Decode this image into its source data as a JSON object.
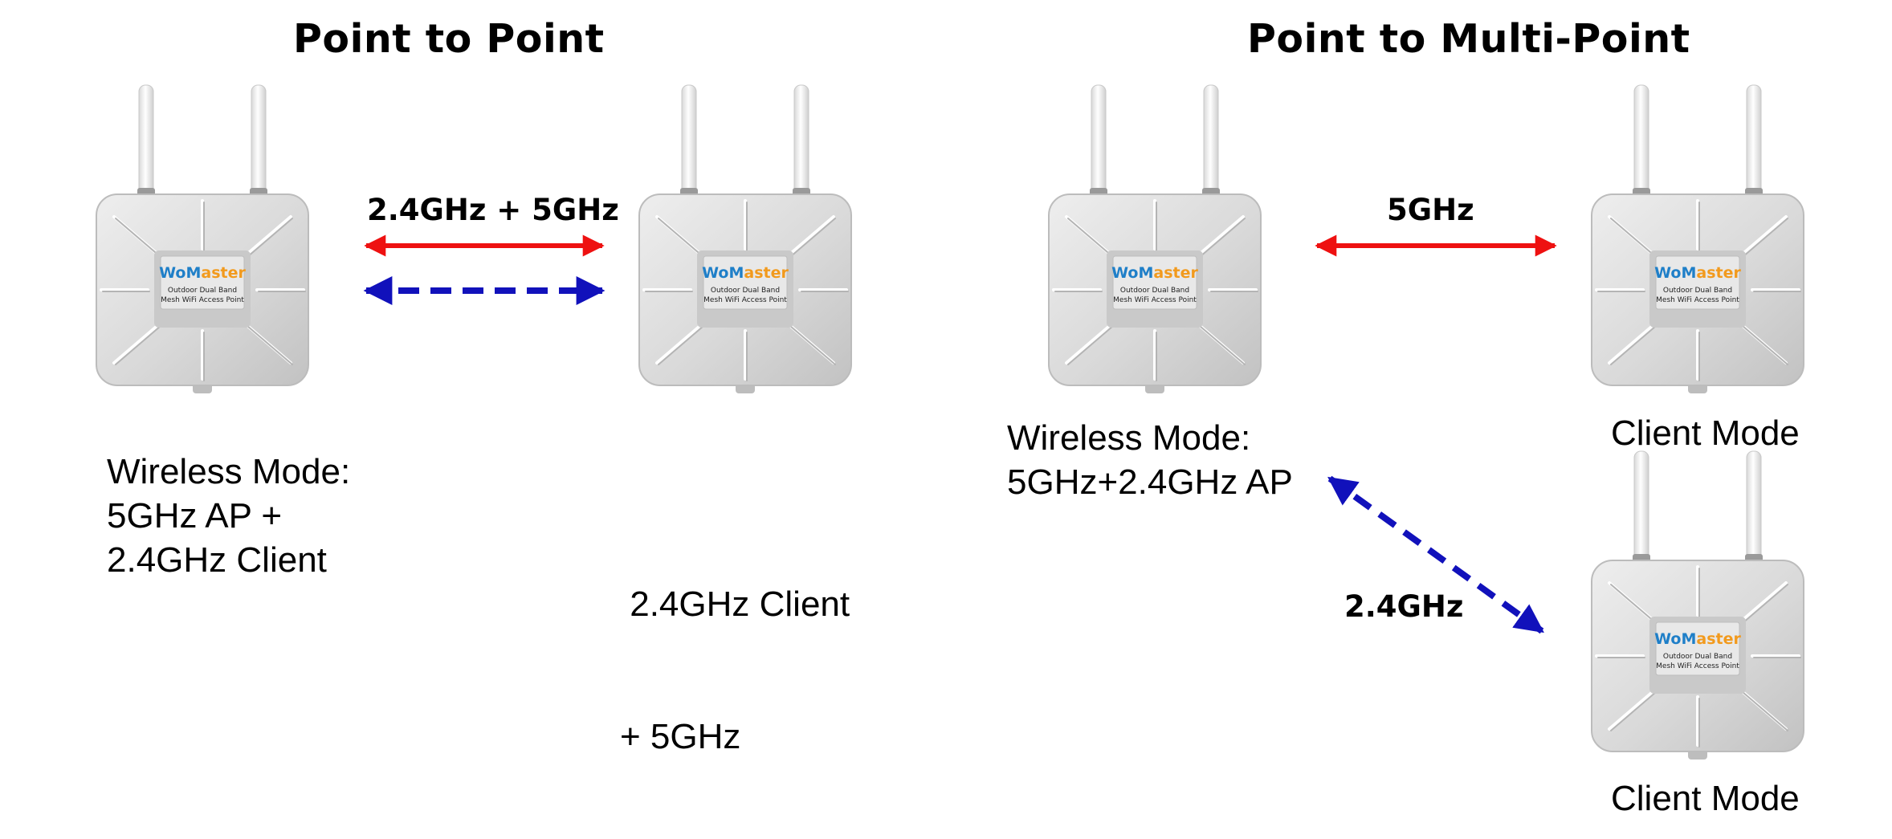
{
  "titles": {
    "p2p": "Point to Point",
    "p2mp": "Point to Multi-Point"
  },
  "device": {
    "brand_part1": "WoM",
    "brand_part2": "aster",
    "line1": "Outdoor Dual Band",
    "line2": "Mesh WiFi Access Point",
    "brand_blue": "#1f7fc8",
    "brand_orange": "#f29a1d"
  },
  "links": {
    "p2p_band": "2.4GHz + 5GHz",
    "p2mp_top_band": "5GHz",
    "p2mp_diag_band": "2.4GHz"
  },
  "labels": {
    "left_mode": [
      "Wireless Mode:",
      "5GHz AP +",
      "2.4GHz Client"
    ],
    "right_mode": [
      " 2.4GHz Client",
      "+ 5GHz"
    ],
    "center_mode": [
      "Wireless Mode:",
      "5GHz+2.4GHz AP"
    ],
    "client_top": "Client Mode",
    "client_bottom": "Client Mode"
  },
  "colors": {
    "red_arrow": "#ee1111",
    "blue_arrow": "#1111bb"
  }
}
